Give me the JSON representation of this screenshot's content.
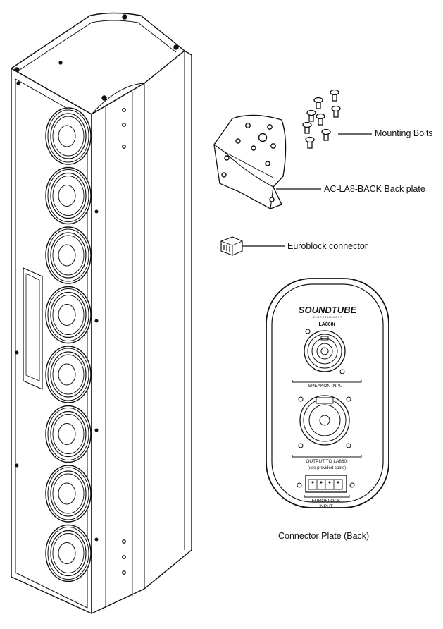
{
  "callouts": {
    "mounting_bolts": "Mounting Bolts",
    "back_plate": "AC-LA8-BACK Back plate",
    "euroblock_connector": "Euroblock connector"
  },
  "plate": {
    "brand": "SOUNDTUBE",
    "brand_sub": "E N T E R T A I N M E N T",
    "model": "LA808i",
    "speakon_label": "SPEAKON INPUT",
    "output_label": "OUTPUT TO LA880i",
    "output_note": "(use provided cable)",
    "euroblock_label_1": "EUROBLOCK",
    "euroblock_label_2": "INPUT"
  },
  "caption": "Connector Plate (Back)",
  "speaker": {
    "driver_count": 8
  },
  "colors": {
    "line": "#111111",
    "background": "#ffffff"
  }
}
